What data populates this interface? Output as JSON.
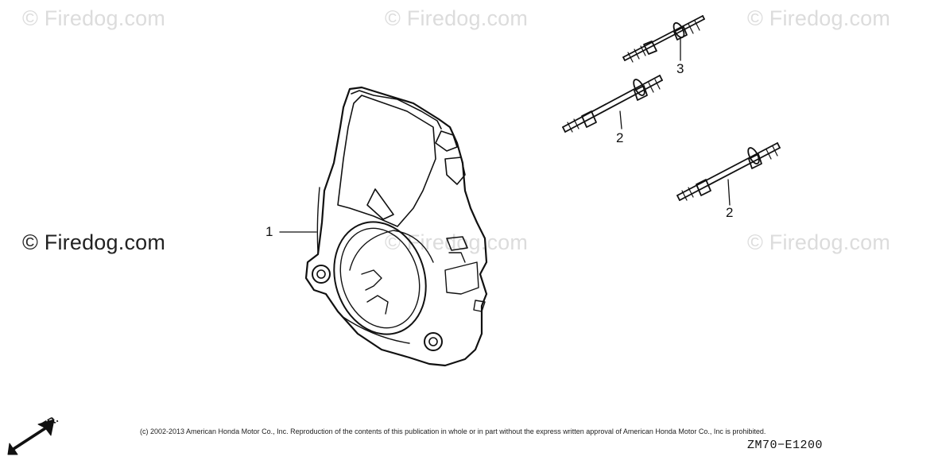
{
  "watermarks": [
    "© Firedog.com",
    "© Firedog.com",
    "© Firedog.com",
    "© Firedog.com",
    "© Firedog.com",
    "© Firedog.com"
  ],
  "callouts": [
    "1",
    "2",
    "3",
    "2"
  ],
  "front_arrow_label": "FR.",
  "copyright": "(c) 2002-2013 American Honda Motor Co., Inc. Reproduction of the contents of this publication in whole or in part without the express written approval of American Honda Motor Co., Inc is prohibited.",
  "diagram_code": "ZM70−E1200"
}
